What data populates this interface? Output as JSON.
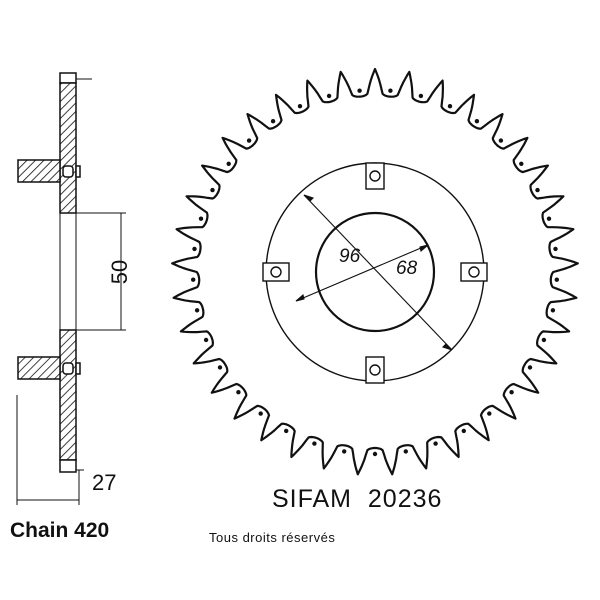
{
  "sprocket": {
    "teeth": 37,
    "colors": {
      "line": "#111111",
      "background": "#ffffff"
    }
  },
  "dimensions": {
    "bolt_circle": "96",
    "center_bore": "68",
    "hub_height": "50",
    "thickness": "27"
  },
  "labels": {
    "reference": "SIFAM  20236",
    "chain": "Chain 420",
    "rights": "Tous droits réservés"
  }
}
